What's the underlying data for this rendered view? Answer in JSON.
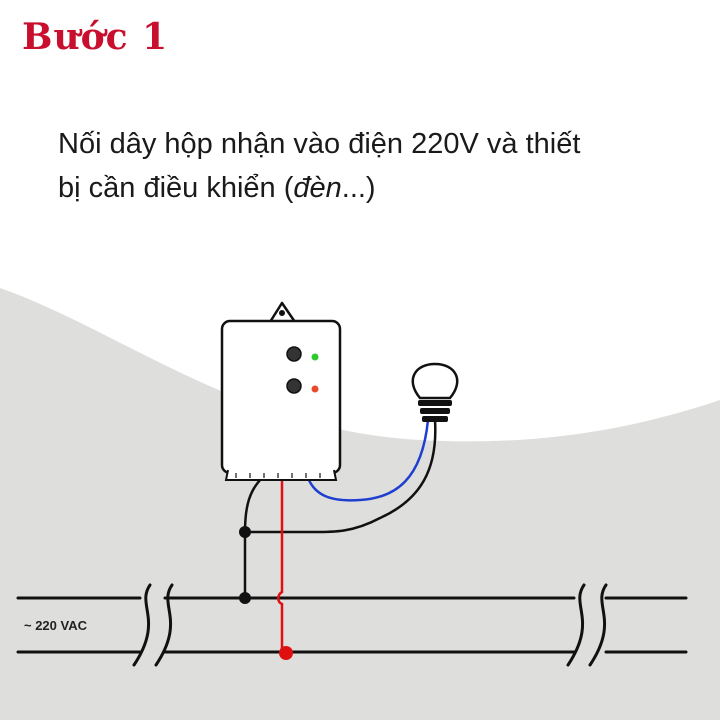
{
  "header": {
    "step_label": "Bước 1"
  },
  "instruction": {
    "line1": "Nối dây hộp nhận vào điện 220V và thiết",
    "line2_prefix": "bị cần điều khiển (",
    "line2_italic": "đèn",
    "line2_suffix": "...)"
  },
  "diagram": {
    "power_label": "~ 220 VAC",
    "colors": {
      "background_shape": "#dededc",
      "wire_black": "#111111",
      "wire_red": "#e01010",
      "wire_blue": "#1f3fd0",
      "led_green": "#2ec82e",
      "led_red": "#e84a2a"
    },
    "icons": [
      "receiver-box",
      "light-bulb"
    ]
  }
}
